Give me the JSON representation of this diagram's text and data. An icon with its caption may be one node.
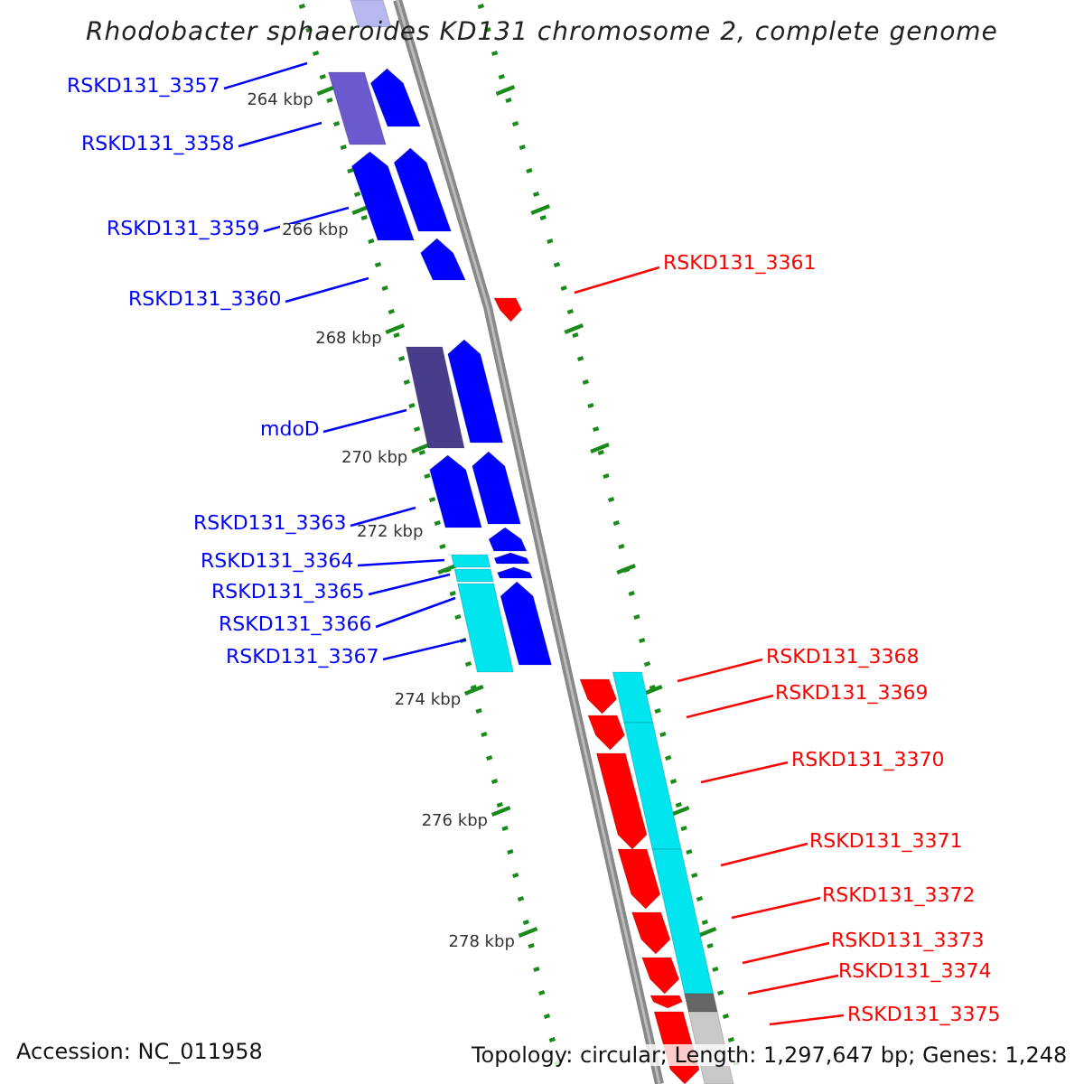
{
  "diagram": {
    "title": "Rhodobacter sphaeroides KD131 chromosome 2, complete genome",
    "nodes": [
      {
        "text": [
          "RSKD131_3357"
        ]
      },
      {
        "text": [
          "RSKD131_3358"
        ]
      },
      {
        "text": [
          "RSKD131_3359"
        ]
      },
      {
        "text": [
          "RSKD131_3361"
        ]
      },
      {
        "text": [
          "RSKD131_3360"
        ]
      },
      {
        "text": [
          "mdoD"
        ]
      },
      {
        "text": [
          "RSKD131_3363"
        ]
      },
      {
        "text": [
          "RSKD131_3364"
        ]
      },
      {
        "text": [
          "RSKD131_3365"
        ]
      },
      {
        "text": [
          "RSKD131_3366"
        ]
      },
      {
        "text": [
          "RSKD131_3367"
        ]
      },
      {
        "text": [
          "RSKD131_3368"
        ]
      },
      {
        "text": [
          "RSKD131_3369"
        ]
      },
      {
        "text": [
          "RSKD131_3370"
        ]
      },
      {
        "text": [
          "RSKD131_3371"
        ]
      },
      {
        "text": [
          "RSKD131_3372"
        ]
      },
      {
        "text": [
          "RSKD131_3373"
        ]
      },
      {
        "text": [
          "RSKD131_3374"
        ]
      },
      {
        "text": [
          "RSKD131_3375"
        ]
      }
    ],
    "edges": [
      {
        "from": 0,
        "to": null,
        "arrow": "none"
      },
      {
        "from": 1,
        "to": null,
        "arrow": "none"
      },
      {
        "from": 2,
        "to": null,
        "arrow": "none"
      },
      {
        "from": 3,
        "to": null,
        "arrow": "none",
        "color": "#ff0000"
      },
      {
        "from": 4,
        "to": null,
        "arrow": "none"
      },
      {
        "from": 5,
        "to": null,
        "arrow": "none"
      },
      {
        "from": 6,
        "to": null,
        "arrow": "none"
      },
      {
        "from": 7,
        "to": null,
        "arrow": "none"
      },
      {
        "from": 8,
        "to": null,
        "arrow": "none"
      },
      {
        "from": 9,
        "to": null,
        "arrow": "none"
      },
      {
        "from": 10,
        "to": null,
        "arrow": "none"
      },
      {
        "from": 11,
        "to": null,
        "arrow": "none",
        "color": "#ff0000"
      },
      {
        "from": 12,
        "to": null,
        "arrow": "none",
        "color": "#ff0000"
      },
      {
        "from": 13,
        "to": null,
        "arrow": "none",
        "color": "#ff0000"
      },
      {
        "from": 14,
        "to": null,
        "arrow": "none",
        "color": "#ff0000"
      },
      {
        "from": 15,
        "to": null,
        "arrow": "none",
        "color": "#ff0000"
      },
      {
        "from": 16,
        "to": null,
        "arrow": "none",
        "color": "#ff0000"
      },
      {
        "from": 17,
        "to": null,
        "arrow": "none",
        "color": "#ff0000"
      },
      {
        "from": 18,
        "to": null,
        "arrow": "none",
        "color": "#ff0000"
      }
    ],
    "labels": [
      "264 kbp",
      "266 kbp",
      "268 kbp",
      "270 kbp",
      "272 kbp",
      "274 kbp",
      "276 kbp",
      "278 kbp",
      "Accession: NC_011958",
      "Topology: circular; Length: 1,297,647 bp; Genes: 1,248"
    ]
  }
}
